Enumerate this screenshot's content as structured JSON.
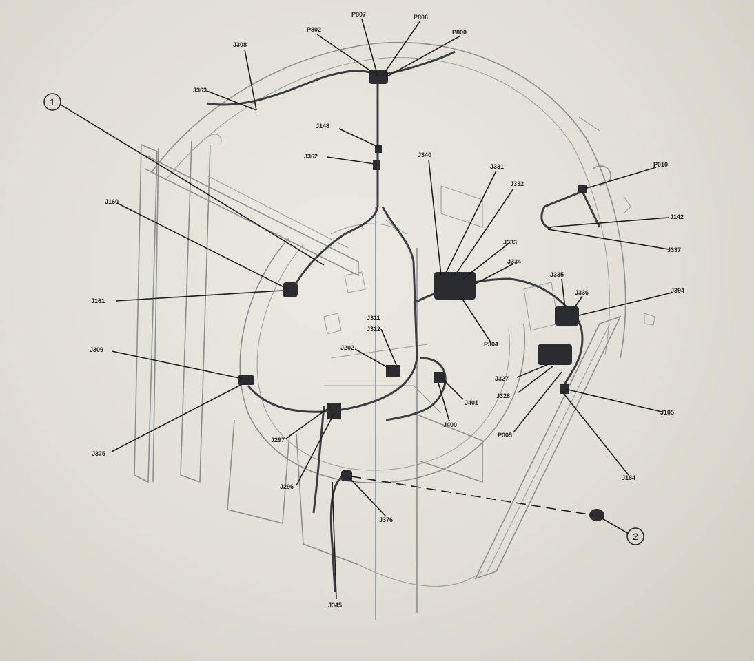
{
  "diagram": {
    "callouts": [
      "1",
      "2"
    ],
    "connector_labels": {
      "p_top_left": "P802",
      "p_top_mid": "P807",
      "p_top_right1": "P806",
      "p_top_right2": "P800",
      "j_top_left": "J308",
      "j_left_harness": "J363",
      "j148": "J148",
      "j_upper_mid": "J362",
      "j_center_top": "J340",
      "j331": "J331",
      "j332": "J332",
      "p010": "P010",
      "j142": "J142",
      "j337": "J337",
      "j333": "J333",
      "j334": "J334",
      "j335": "J335",
      "j336": "J336",
      "j394": "J394",
      "j_left_upper": "J160",
      "j161": "J161",
      "j311": "J311",
      "j312": "J312",
      "j_center": "J202",
      "p304": "P304",
      "j_left_lower": "J309",
      "j327": "J327",
      "j328": "J328",
      "j401": "J401",
      "j400": "J400",
      "p005": "P005",
      "j105": "J105",
      "j375": "J375",
      "j297": "J297",
      "j296": "J296",
      "j184": "J184",
      "j376": "J376",
      "j345": "J345"
    }
  }
}
